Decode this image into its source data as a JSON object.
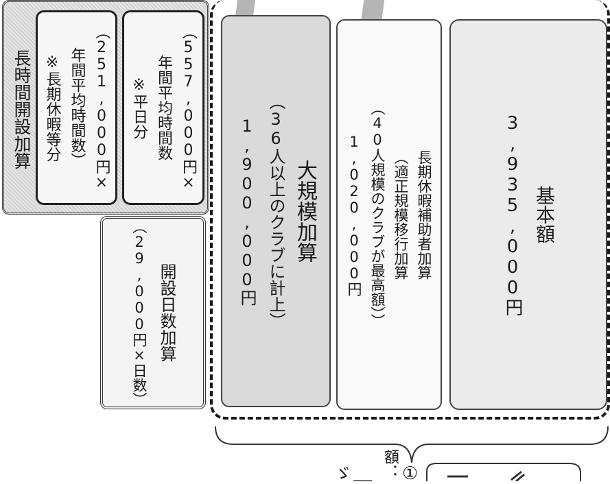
{
  "long_hours": {
    "title": "長時間開設加算",
    "holiday": {
      "line1": "（251,000円×",
      "line2": "年間平均時間数）",
      "line3": "※長期休暇等分"
    },
    "weekday": {
      "line1": "（557,000円×",
      "line2": "年間平均時間数",
      "line3": "※平日分"
    }
  },
  "open_days": {
    "line1": "開設日数加算",
    "line2": "（29,000円×日数）"
  },
  "large_scale": {
    "line1": "大規模加算",
    "line2": "（36人以上のクラブに計上）",
    "line3": "1,900,000円"
  },
  "long_vacation": {
    "line1": "長期休暇補助者加算",
    "line2": "（適正規模移行加算",
    "line3": "（40人規模のクラブが最高額））",
    "line4": "1,020,000円"
  },
  "base": {
    "line1": "基本額",
    "line2": "3,935,000円"
  },
  "bottom": {
    "label": "額：",
    "mark": "①"
  }
}
